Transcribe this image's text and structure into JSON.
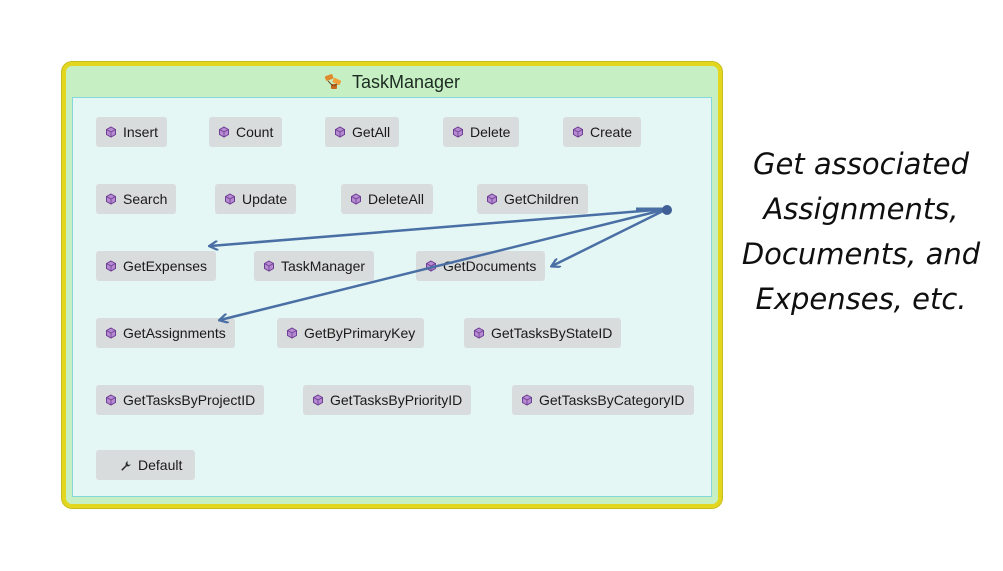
{
  "class_box": {
    "title": "TaskManager",
    "title_icon": "class-icon",
    "methods": [
      {
        "label": "Insert",
        "icon": "method-icon"
      },
      {
        "label": "Count",
        "icon": "method-icon"
      },
      {
        "label": "GetAll",
        "icon": "method-icon"
      },
      {
        "label": "Delete",
        "icon": "method-icon"
      },
      {
        "label": "Create",
        "icon": "method-icon"
      },
      {
        "label": "Search",
        "icon": "method-icon"
      },
      {
        "label": "Update",
        "icon": "method-icon"
      },
      {
        "label": "DeleteAll",
        "icon": "method-icon"
      },
      {
        "label": "GetChildren",
        "icon": "method-icon"
      },
      {
        "label": "GetExpenses",
        "icon": "method-icon"
      },
      {
        "label": "TaskManager",
        "icon": "method-icon"
      },
      {
        "label": "GetDocuments",
        "icon": "method-icon"
      },
      {
        "label": "GetAssignments",
        "icon": "method-icon"
      },
      {
        "label": "GetByPrimaryKey",
        "icon": "method-icon"
      },
      {
        "label": "GetTasksByStateID",
        "icon": "method-icon"
      },
      {
        "label": "GetTasksByProjectID",
        "icon": "method-icon"
      },
      {
        "label": "GetTasksByPriorityID",
        "icon": "method-icon"
      },
      {
        "label": "GetTasksByCategoryID",
        "icon": "method-icon"
      },
      {
        "label": "Default",
        "icon": "wrench-icon"
      }
    ]
  },
  "callout": {
    "lines": [
      "Get associated",
      "Assignments,",
      "Documents, and",
      "Expenses, etc."
    ]
  },
  "colors": {
    "frame": "#e3d61e",
    "header": "#c6f0c4",
    "body": "#e4f7f4",
    "method_bg": "#d9dcdc",
    "method_icon": "#8a55b0",
    "arrow": "#4a6fa5"
  }
}
